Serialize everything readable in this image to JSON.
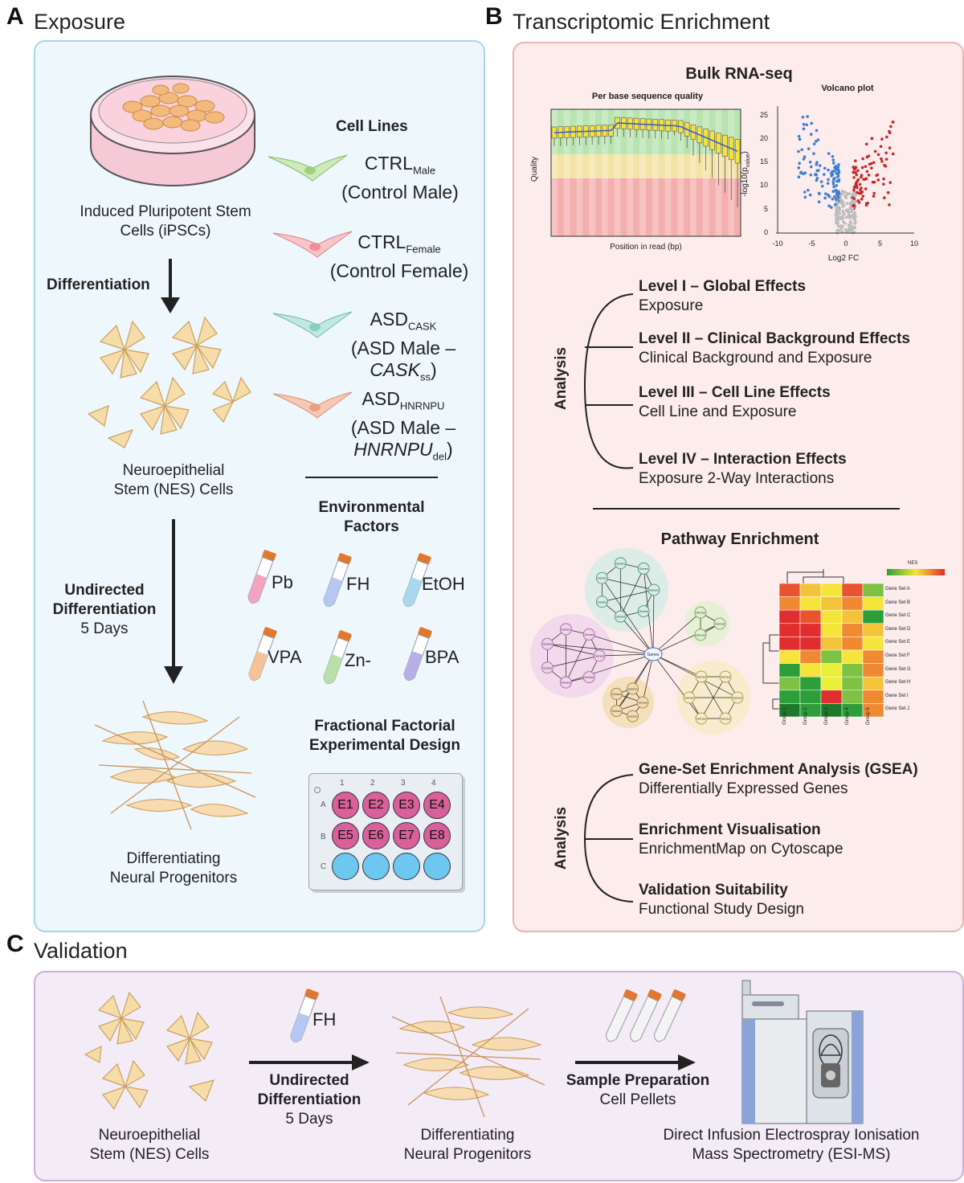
{
  "panelA": {
    "letter": "A",
    "title": "Exposure",
    "ipsc_label": "Induced Pluripotent Stem Cells (iPSCs)",
    "differentiation": "Differentiation",
    "nes_label_1": "Neuroepithelial",
    "nes_label_2": "Stem (NES) Cells",
    "undirected_1": "Undirected",
    "undirected_2": "Differentiation",
    "undirected_days": "5 Days",
    "progenitor_1": "Differentiating",
    "progenitor_2": "Neural Progenitors",
    "cell_lines_heading": "Cell Lines",
    "cell_lines": [
      {
        "main": "CTRL",
        "sub": "Male",
        "desc": "(Control Male)",
        "color": "#bfe3a8"
      },
      {
        "main": "CTRL",
        "sub": "Female",
        "desc": "(Control Female)",
        "color": "#f4b3b8"
      },
      {
        "main": "ASD",
        "sub": "CASK",
        "desc1": "(ASD Male –",
        "gene": "CASK",
        "gene_sub": "ss",
        "color": "#a9dfd6"
      },
      {
        "main": "ASD",
        "sub": "HNRNPU",
        "desc1": "(ASD Male –",
        "gene": "HNRNPU",
        "gene_sub": "del",
        "color": "#f3b9a3"
      }
    ],
    "env_heading_1": "Environmental",
    "env_heading_2": "Factors",
    "factors": [
      {
        "label": "Pb",
        "color": "#f2a3c0"
      },
      {
        "label": "FH",
        "color": "#b5c8f2"
      },
      {
        "label": "EtOH",
        "color": "#a8d8ee"
      },
      {
        "label": "VPA",
        "color": "#f5c29a"
      },
      {
        "label": "Zn-",
        "color": "#b8e0a8"
      },
      {
        "label": "BPA",
        "color": "#b8aee8"
      }
    ],
    "design_heading_1": "Fractional Factorial",
    "design_heading_2": "Experimental Design",
    "plate": {
      "cols": [
        "1",
        "2",
        "3",
        "4"
      ],
      "rows": [
        "A",
        "B",
        "C"
      ],
      "wells_a": [
        "E1",
        "E2",
        "E3",
        "E4"
      ],
      "wells_b": [
        "E5",
        "E6",
        "E7",
        "E8"
      ],
      "color_filled": "#d9609a",
      "color_empty": "#6ec7ee"
    }
  },
  "panelB": {
    "letter": "B",
    "title": "Transcriptomic Enrichment",
    "bulk_heading": "Bulk RNA-seq",
    "qc_title": "Per base sequence quality",
    "qc_ylabel": "Quality",
    "qc_xlabel": "Position in read (bp)",
    "volcano_title": "Volcano plot",
    "volcano_ylabel": "-log10(p",
    "volcano_ylabel_sub": "value",
    "volcano_ylabel_end": ")",
    "volcano_xlabel": "Log2 FC",
    "volcano_xticks": [
      "-10",
      "-5",
      "0",
      "5",
      "10"
    ],
    "volcano_yticks": [
      "25",
      "20",
      "15",
      "10",
      "5",
      "0"
    ],
    "analysis_label": "Analysis",
    "levels": [
      {
        "title": "Level I – Global Effects",
        "desc": "Exposure"
      },
      {
        "title": "Level II – Clinical Background Effects",
        "desc": "Clinical Background and Exposure"
      },
      {
        "title": "Level III – Cell Line Effects",
        "desc": "Cell Line and Exposure"
      },
      {
        "title": "Level IV – Interaction Effects",
        "desc": "Exposure 2-Way Interactions"
      }
    ],
    "pathway_heading": "Pathway Enrichment",
    "network_center": "Genes",
    "network_node": "Genes",
    "heatmap_legend": "NES",
    "heatmap_rows": [
      "Gene Set A",
      "Gene Set B",
      "Gene Set  C",
      "Gene Set D",
      "Gene Set E",
      "Gene Set F",
      "Gene Set G",
      "Gene Set H",
      "Gene Set I",
      "Gene Set J"
    ],
    "heatmap_cols": [
      "Group 1",
      "Group 2",
      "Group 3",
      "Group 4",
      "Group 5"
    ],
    "heatmap_colors": [
      [
        "#e8542e",
        "#f3c43a",
        "#f5e43a",
        "#e8542e",
        "#7dc243"
      ],
      [
        "#f08a32",
        "#f5e43a",
        "#f3c43a",
        "#f08a32",
        "#f5e43a"
      ],
      [
        "#e02e2e",
        "#e8542e",
        "#f5e43a",
        "#f3c43a",
        "#2e9e3a"
      ],
      [
        "#e02e2e",
        "#e02e2e",
        "#f5e43a",
        "#f08a32",
        "#f3c43a"
      ],
      [
        "#e02e2e",
        "#e02e2e",
        "#f3c43a",
        "#f08a32",
        "#f5e43a"
      ],
      [
        "#f5e43a",
        "#f08a32",
        "#7dc243",
        "#f5e43a",
        "#f08a32"
      ],
      [
        "#2e9e3a",
        "#f5e43a",
        "#e8f03a",
        "#7dc243",
        "#f08a32"
      ],
      [
        "#7dc243",
        "#2e9e3a",
        "#e8f03a",
        "#7dc243",
        "#f3c43a"
      ],
      [
        "#2e9e3a",
        "#2e9e3a",
        "#e02e2e",
        "#7dc243",
        "#f08a32"
      ],
      [
        "#1e7a2a",
        "#2e9e3a",
        "#1e7a2a",
        "#2e9e3a",
        "#f08a32"
      ]
    ],
    "analysis2_label": "Analysis",
    "enrich": [
      {
        "title": "Gene-Set Enrichment Analysis (GSEA)",
        "desc": "Differentially Expressed Genes"
      },
      {
        "title": "Enrichment Visualisation",
        "desc": "EnrichmentMap on Cytoscape"
      },
      {
        "title": "Validation Suitability",
        "desc": "Functional Study Design"
      }
    ]
  },
  "panelC": {
    "letter": "C",
    "title": "Validation",
    "nes_1": "Neuroepithelial",
    "nes_2": "Stem (NES) Cells",
    "fh_label": "FH",
    "undirected_1": "Undirected",
    "undirected_2": "Differentiation",
    "undirected_days": "5 Days",
    "prog_1": "Differentiating",
    "prog_2": "Neural Progenitors",
    "sample_prep": "Sample Preparation",
    "cell_pellets": "Cell Pellets",
    "ms_1": "Direct Infusion Electrospray Ionisation",
    "ms_2": "Mass Spectrometry (ESI-MS)"
  }
}
